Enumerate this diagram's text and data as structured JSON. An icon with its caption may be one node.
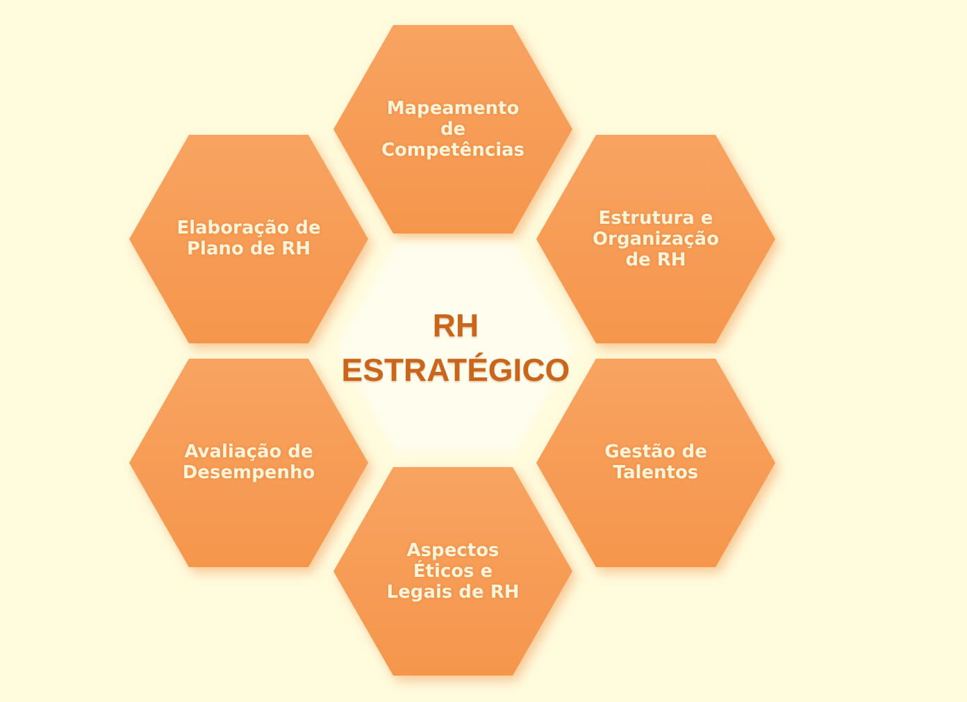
{
  "diagram": {
    "nodes": [
      {
        "text": [
          "Mapeamento de Competências"
        ]
      },
      {
        "text": [
          "Elaboração de Plano de RH"
        ]
      },
      {
        "text": [
          "Estrutura e Organização de RH"
        ]
      },
      {
        "text": [
          "RH ESTRATÉGICO"
        ]
      },
      {
        "text": [
          "Avaliação de Desempenho"
        ]
      },
      {
        "text": [
          "Gestão de Talentos"
        ]
      },
      {
        "text": [
          "Aspectos Éticos e Legais de RH"
        ]
      }
    ]
  }
}
